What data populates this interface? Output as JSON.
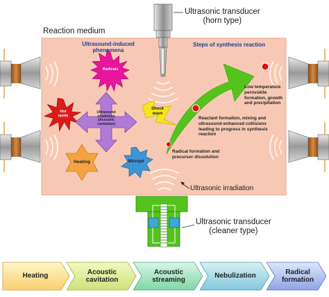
{
  "labels": {
    "reaction_medium": "Reaction medium",
    "horn_transducer": "Ultrasonic transducer\n(horn type)",
    "cleaner_transducer": "Ultrasonic transducer\n(cleaner type)",
    "irradiation": "Ultrasonic irradiation",
    "left_header": "Ultrasound-induced\nphenomena",
    "right_header": "Steps of synthesis reaction"
  },
  "phenomena": {
    "radicals": "Radicals",
    "hot_spots": "Hot\nspots",
    "center": "Ultrasound\nirradiation\n(Acoustic\ncavitation)",
    "shock_wave": "Shock\nwave",
    "heating": "Heating",
    "microjet": "Microjet"
  },
  "steps": [
    "Low temperature\nperovskite\nformation, growth\nand precipitation",
    "Reactant formation, mixing and\nultrasound-enhanced collisions\nleading to progress in synthesis\nreaction",
    "Radical formation and\nprecursor dissolution"
  ],
  "process_flow": [
    "Heating",
    "Acoustic\ncavitation",
    "Acoustic\nstreaming",
    "Nebulization",
    "Radical\nformation"
  ],
  "colors": {
    "medium": "#f7c9b4",
    "step_dot": "#e01010",
    "radicals": "#e8159e",
    "hot_spots": "#dd1a1a",
    "center": "#b07ad6",
    "shock_wave": "#f4e61a",
    "heating": "#f4a340",
    "microjet": "#3d95d6",
    "arrow": "#54c41c",
    "cleaner": "#54c41c"
  },
  "icons": [
    "transducer-horn-icon",
    "transducer-side-icon",
    "sound-wave-icon",
    "lightning-icon",
    "curved-arrow-icon"
  ]
}
